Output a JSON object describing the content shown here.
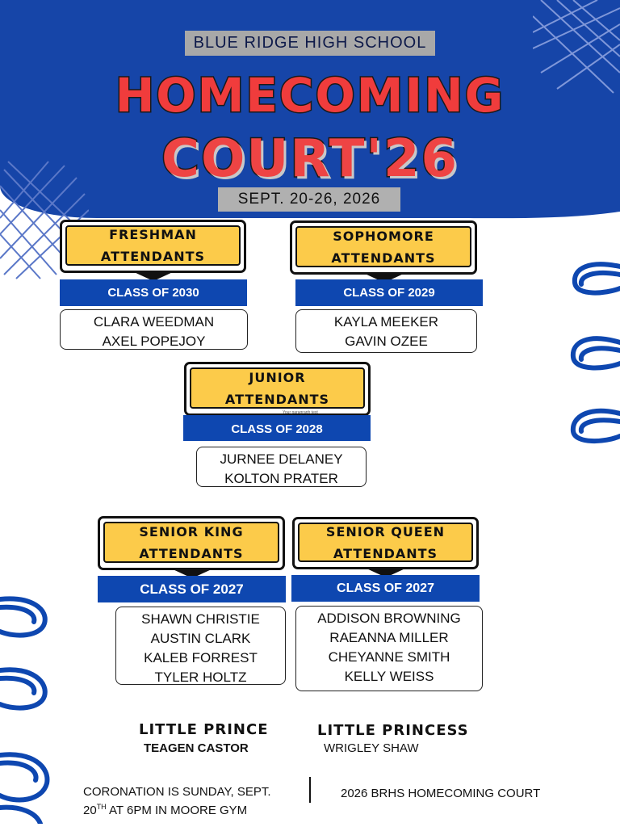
{
  "header": {
    "school": "BLUE RIDGE HIGH SCHOOL",
    "title_line1": "HOMECOMING",
    "title_line2": "COURT'26",
    "dates": "SEPT. 20-26, 2026"
  },
  "groups": [
    {
      "title_line1": "FRESHMAN",
      "title_line2": "ATTENDANTS",
      "class": "CLASS OF 2030",
      "names": [
        "CLARA WEEDMAN",
        "AXEL POPEJOY"
      ]
    },
    {
      "title_line1": "SOPHOMORE",
      "title_line2": "ATTENDANTS",
      "class": "CLASS OF 2029",
      "names": [
        "KAYLA MEEKER",
        "GAVIN OZEE"
      ]
    },
    {
      "title_line1": "JUNIOR",
      "title_line2": "ATTENDANTS",
      "class": "CLASS OF 2028",
      "names": [
        "JURNEE DELANEY",
        "KOLTON PRATER"
      ]
    },
    {
      "title_line1": "SENIOR KING",
      "title_line2": "ATTENDANTS",
      "class": "CLASS OF 2027",
      "names": [
        "SHAWN CHRISTIE",
        "AUSTIN CLARK",
        "KALEB FORREST",
        "TYLER HOLTZ"
      ]
    },
    {
      "title_line1": "SENIOR QUEEN",
      "title_line2": "ATTENDANTS",
      "class": "CLASS OF 2027",
      "names": [
        "ADDISON BROWNING",
        "RAEANNA MILLER",
        "CHEYANNE SMITH",
        "KELLY WEISS"
      ]
    }
  ],
  "placeholder_text": "Your paragraph text",
  "little": {
    "prince_title": "LITTLE PRINCE",
    "prince_name": "TEAGEN CASTOR",
    "princess_title": "LITTLE PRINCESS",
    "princess_name": "WRIGLEY SHAW"
  },
  "footer": {
    "coronation_part1": "CORONATION IS SUNDAY, SEPT.",
    "coronation_day": "20",
    "coronation_suffix": "TH",
    "coronation_part2": " AT 6PM IN MOORE GYM",
    "right": "2026 BRHS HOMECOMING COURT"
  },
  "colors": {
    "blue": "#0e47b0",
    "header_blue": "#1645a8",
    "red": "#f03c3c",
    "yellow": "#fccb4a"
  },
  "icons": [
    "crosshatch-scribble",
    "blue-coil-scribble"
  ]
}
